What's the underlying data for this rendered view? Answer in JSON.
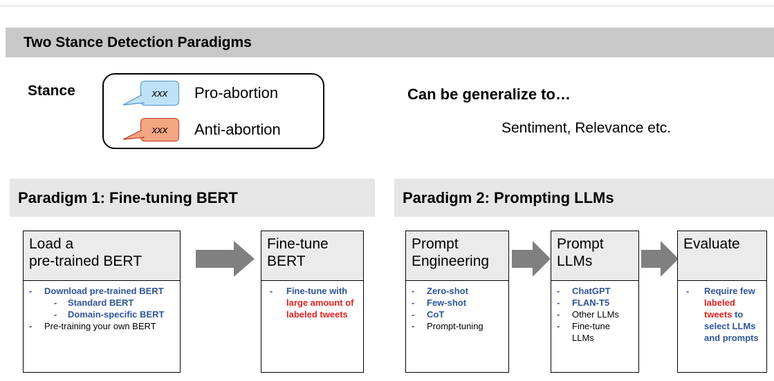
{
  "title": "Two Stance Detection Paradigms",
  "stance": {
    "label": "Stance",
    "items": [
      {
        "bubble": "xxx",
        "text": "Pro-abortion"
      },
      {
        "bubble": "xxx",
        "text": "Anti-abortion"
      }
    ]
  },
  "generalize": {
    "title": "Can be generalize to…",
    "text": "Sentiment, Relevance etc."
  },
  "paradigm1": {
    "title": "Paradigm 1: Fine-tuning BERT",
    "step1": {
      "head": [
        "Load a",
        "pre-trained BERT"
      ],
      "download": "Download pre-trained BERT",
      "standard": "Standard BERT",
      "domain": "Domain-specific BERT",
      "own": "Pre-training your own BERT"
    },
    "step2": {
      "head": [
        "Fine-tune",
        "BERT"
      ],
      "line_blue": "Fine-tune with",
      "line_red": "large amount of labeled tweets"
    }
  },
  "paradigm2": {
    "title": "Paradigm 2: Prompting LLMs",
    "step1": {
      "head": [
        "Prompt",
        "Engineering"
      ],
      "items_blue": [
        "Zero-shot",
        "Few-shot",
        "CoT"
      ],
      "items_black": [
        "Prompt-tuning"
      ]
    },
    "step2": {
      "head": [
        "Prompt",
        "LLMs"
      ],
      "items_blue": [
        "ChatGPT",
        "FLAN-T5"
      ],
      "items_black": [
        "Other LLMs",
        "Fine-tune LLMs"
      ]
    },
    "step3": {
      "head": [
        "Evaluate"
      ],
      "text_blue_1": "Require few",
      "text_red": "labeled tweets",
      "text_blue_2": "to select LLMs and prompts"
    }
  },
  "colors": {
    "blue": "#2f5597",
    "red": "#e02020",
    "arrow": "#808080"
  },
  "icons": [
    "speech-bubble-icon",
    "right-arrow-icon"
  ]
}
